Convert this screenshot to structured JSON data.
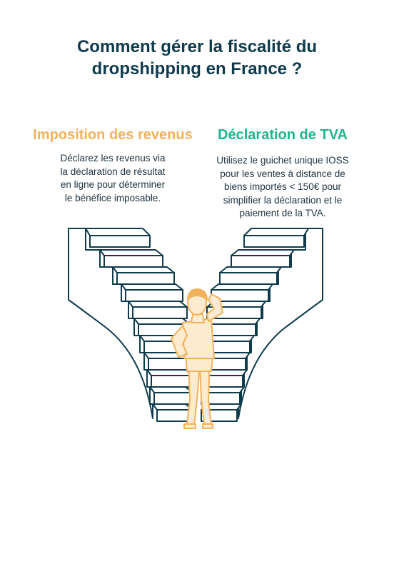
{
  "title": {
    "line1": "Comment gérer la fiscalité du",
    "line2": "dropshipping en France ?"
  },
  "left_column": {
    "heading": "Imposition des revenus",
    "heading_color": "#f2b25e",
    "lines": [
      "Déclarez les revenus via",
      "la déclaration de résultat",
      "en ligne pour déterminer",
      "le bénéfice imposable."
    ]
  },
  "right_column": {
    "heading": "Déclaration de TVA",
    "heading_color": "#1cb68f",
    "lines": [
      "Utilisez le guichet unique IOSS",
      "pour les ventes à distance de",
      "biens importés < 150€ pour",
      "simplifier la déclaration et le",
      "paiement de la TVA."
    ]
  },
  "illustration": {
    "icon": "person-at-diverging-staircases",
    "stroke_color": "#0f3b4c",
    "person_fill": "#fdebd0",
    "person_stroke": "#f2b25e"
  }
}
